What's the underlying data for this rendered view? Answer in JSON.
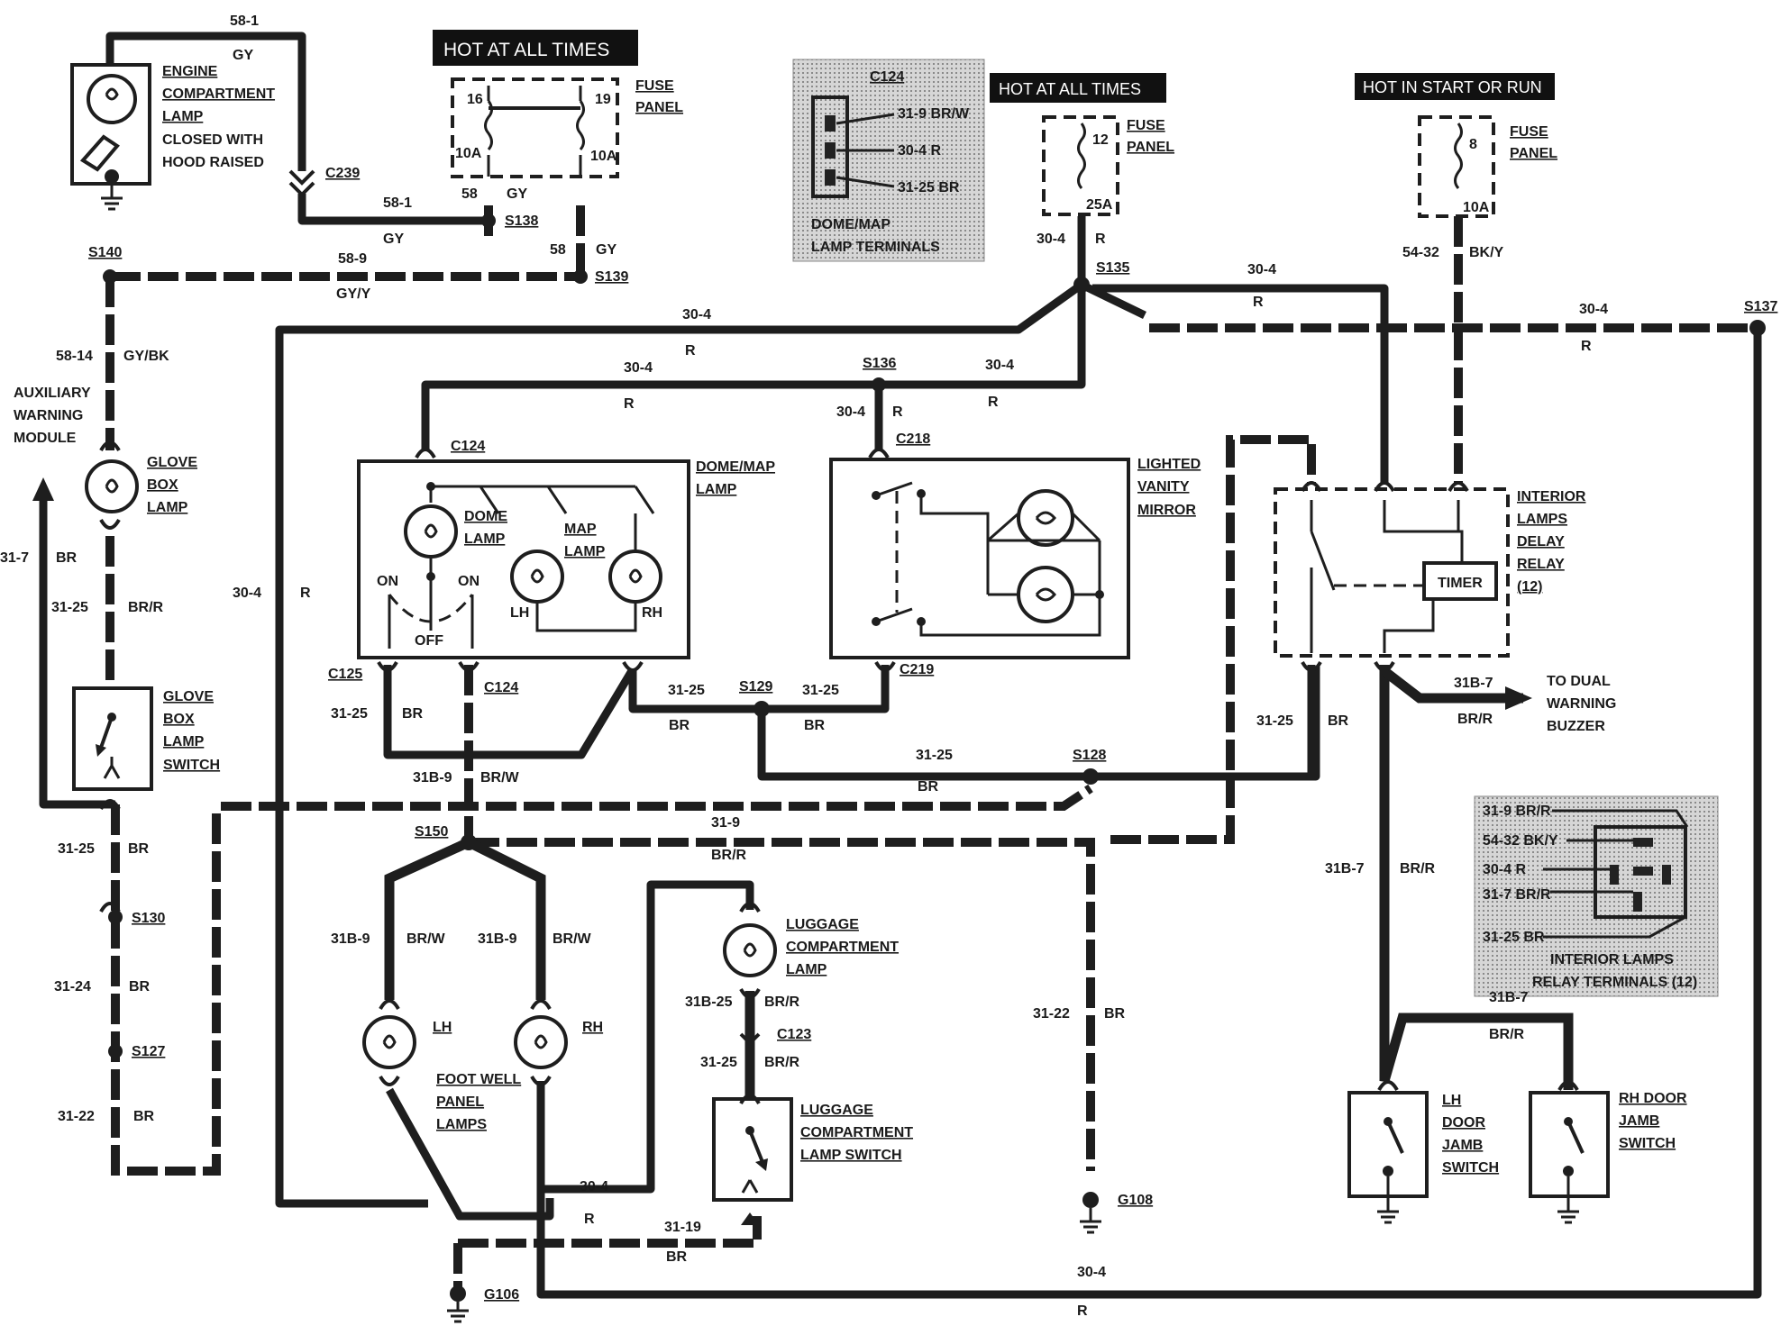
{
  "headers": {
    "hot_at_all_times_1": "HOT AT ALL TIMES",
    "hot_at_all_times_2": "HOT AT ALL TIMES",
    "hot_in_start_or_run": "HOT IN START OR RUN"
  },
  "fuse_panels": {
    "label_1": "FUSE",
    "label_2": "PANEL",
    "fuse_16": "16",
    "fuse_19": "19",
    "amp_10a_left": "10A",
    "amp_10a_right": "10A",
    "fuse_12": "12",
    "amp_25a": "25A",
    "fuse_8": "8",
    "amp_10a_start": "10A"
  },
  "components": {
    "engine_lamp": [
      "ENGINE",
      "COMPARTMENT",
      "LAMP",
      "CLOSED WITH",
      "HOOD RAISED"
    ],
    "aux_module": [
      "AUXILIARY",
      "WARNING",
      "MODULE"
    ],
    "glove_box_lamp": [
      "GLOVE",
      "BOX",
      "LAMP"
    ],
    "glove_box_switch": [
      "GLOVE",
      "BOX",
      "LAMP",
      "SWITCH"
    ],
    "dome_map_lamp": [
      "DOME/MAP",
      "LAMP"
    ],
    "dome_lamp": [
      "DOME",
      "LAMP"
    ],
    "map_lamp": [
      "MAP",
      "LAMP"
    ],
    "switch_on_left": "ON",
    "switch_on_right": "ON",
    "switch_off": "OFF",
    "lh": "LH",
    "rh": "RH",
    "vanity_mirror": [
      "LIGHTED",
      "VANITY",
      "MIRROR"
    ],
    "delay_relay": [
      "INTERIOR",
      "LAMPS",
      "DELAY",
      "RELAY",
      "(12)"
    ],
    "timer": "TIMER",
    "dual_buzzer": [
      "TO DUAL",
      "WARNING",
      "BUZZER"
    ],
    "foot_well": [
      "FOOT WELL",
      "PANEL",
      "LAMPS"
    ],
    "luggage_lamp": [
      "LUGGAGE",
      "COMPARTMENT",
      "LAMP"
    ],
    "luggage_switch": [
      "LUGGAGE",
      "COMPARTMENT",
      "LAMP SWITCH"
    ],
    "lh_door": [
      "LH",
      "DOOR",
      "JAMB",
      "SWITCH"
    ],
    "rh_door": [
      "RH DOOR",
      "JAMB",
      "SWITCH"
    ]
  },
  "inset_c124": {
    "title": "C124",
    "pins": [
      "31-9 BR/W",
      "30-4 R",
      "31-25 BR"
    ],
    "caption": [
      "DOME/MAP",
      "LAMP TERMINALS"
    ]
  },
  "inset_relay": {
    "pins": [
      "31-9 BR/R",
      "54-32 BK/Y",
      "30-4 R",
      "31-7 BR/R",
      "31-25 BR"
    ],
    "caption": [
      "INTERIOR LAMPS",
      "RELAY TERMINALS (12)"
    ]
  },
  "connectors": {
    "c239": "C239",
    "c124": "C124",
    "c125": "C125",
    "c124b": "C124",
    "c218": "C218",
    "c219": "C219",
    "c123": "C123"
  },
  "splices": {
    "s138": "S138",
    "s139": "S139",
    "s140": "S140",
    "s135": "S135",
    "s136": "S136",
    "s137": "S137",
    "s129": "S129",
    "s128": "S128",
    "s150": "S150",
    "s130": "S130",
    "s127": "S127"
  },
  "grounds": {
    "g108": "G108",
    "g106": "G106"
  },
  "wires": {
    "w58_1_top": "58-1",
    "gy_top": "GY",
    "w58_1_mid": "58-1",
    "gy_mid": "GY",
    "w58_a": "58",
    "gy_a": "GY",
    "w58_b": "58",
    "gy_b": "GY",
    "w58_9": "58-9",
    "gyy": "GY/Y",
    "w58_14": "58-14",
    "gybk": "GY/BK",
    "w31_7": "31-7",
    "br_31_7": "BR",
    "w31_25_glove": "31-25",
    "brr_glove": "BR/R",
    "w31_25_aux": "31-25",
    "br_aux": "BR",
    "w31_24": "31-24",
    "br_31_24": "BR",
    "w31_22_left": "31-22",
    "br_31_22_left": "BR",
    "w30_4_s135l": "30-4",
    "r_s135l": "R",
    "w30_4_s136l": "30-4",
    "r_s136l": "R",
    "w30_4_s136r": "30-4",
    "r_s136r": "R",
    "w30_4_c218": "30-4",
    "r_c218": "R",
    "w30_4_s135": "30-4",
    "r_s135": "R",
    "w30_4_s135r": "30-4",
    "r_s135r": "R",
    "w30_4_s137": "30-4",
    "r_s137": "R",
    "w30_4_left": "30-4",
    "r_left": "R",
    "w54_32": "54-32",
    "bky": "BK/Y",
    "w31_25_c125": "31-25",
    "br_c125": "BR",
    "w31b_9": "31B-9",
    "brw": "BR/W",
    "w31_25_s129l": "31-25",
    "br_s129l": "BR",
    "w31_25_s129r": "31-25",
    "br_s129r": "BR",
    "w31_25_s128": "31-25",
    "br_s128": "BR",
    "w31_25_relay": "31-25",
    "br_relay": "BR",
    "w31b_7_buzzer": "31B-7",
    "brr_buzzer": "BR/R",
    "w31_9": "31-9",
    "brr_31_9": "BR/R",
    "w31b_9_lh": "31B-9",
    "brw_lh": "BR/W",
    "w31b_9_rh": "31B-9",
    "brw_rh": "BR/W",
    "w31b_25": "31B-25",
    "brr_31b_25": "BR/R",
    "w31_25_lug": "31-25",
    "brr_lug": "BR/R",
    "w30_4_bottom": "30-4",
    "r_bottom": "R",
    "w31_19": "31-19",
    "br_31_19": "BR",
    "w31_22_right": "31-22",
    "br_31_22_right": "BR",
    "w31b_7_down": "31B-7",
    "brr_down": "BR/R",
    "w31b_7_door": "31B-7",
    "brr_door": "BR/R",
    "w30_4_bus": "30-4",
    "r_bus": "R"
  }
}
